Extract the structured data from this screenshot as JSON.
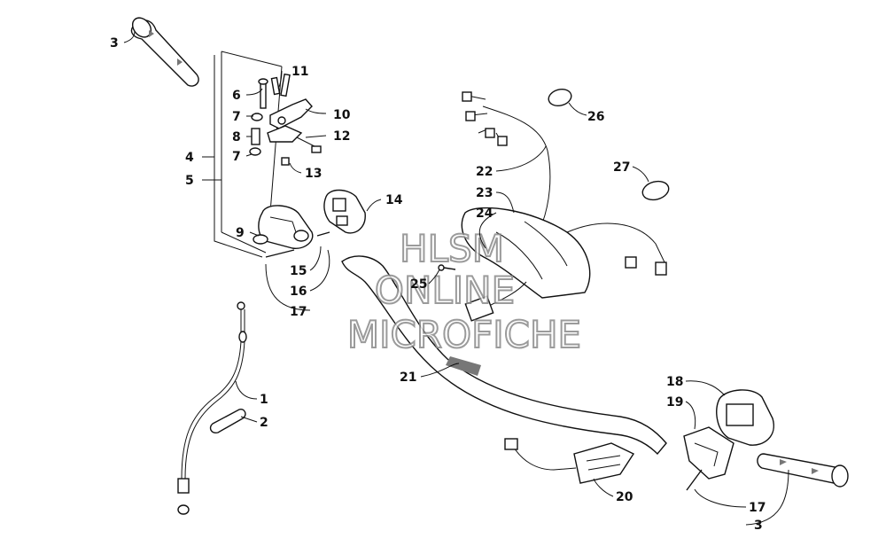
{
  "watermark": {
    "line1": "HLSM",
    "line2": "ONLINE",
    "line3": "MICROFICHE"
  },
  "callouts": {
    "c1": "1",
    "c2": "2",
    "c3a": "3",
    "c3b": "3",
    "c4": "4",
    "c5": "5",
    "c6": "6",
    "c7a": "7",
    "c7b": "7",
    "c8": "8",
    "c9": "9",
    "c10": "10",
    "c11": "11",
    "c12": "12",
    "c13": "13",
    "c14": "14",
    "c15": "15",
    "c16": "16",
    "c17a": "17",
    "c17b": "17",
    "c18": "18",
    "c19": "19",
    "c20": "20",
    "c21": "21",
    "c22": "22",
    "c23": "23",
    "c24": "24",
    "c25": "25",
    "c26": "26",
    "c27": "27"
  }
}
